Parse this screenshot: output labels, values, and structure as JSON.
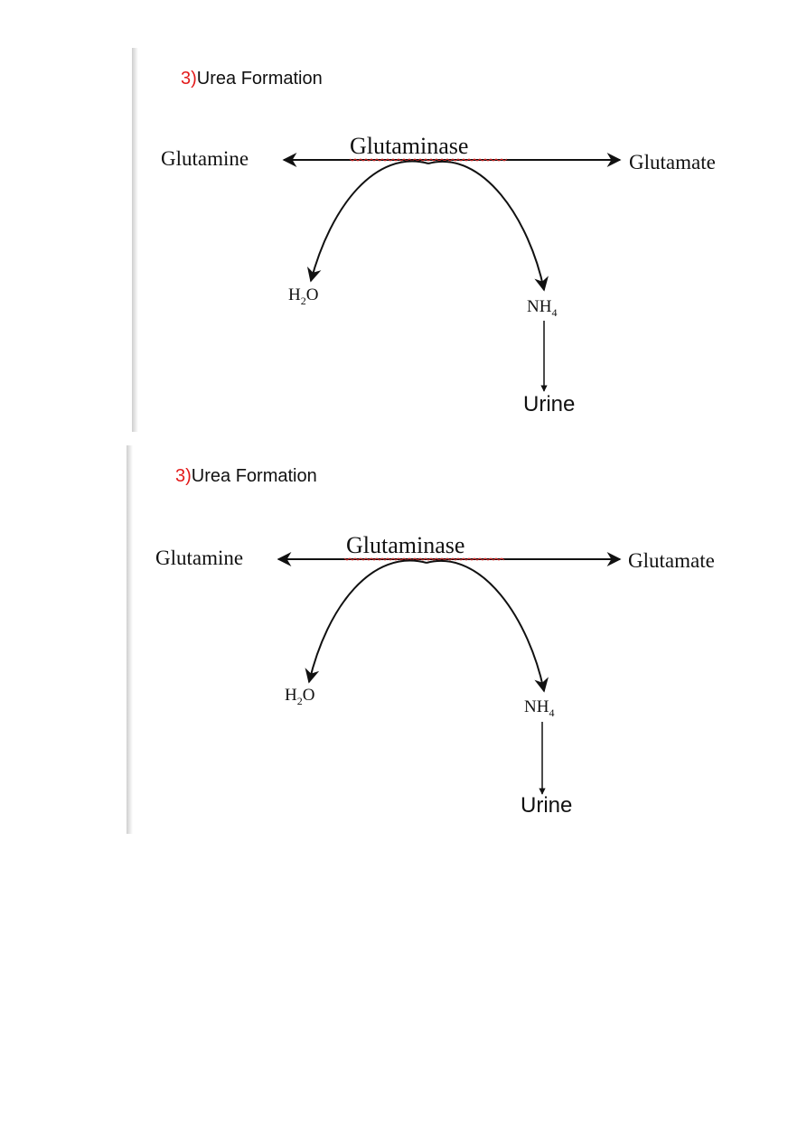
{
  "figures": [
    {
      "title_number": "3)",
      "title_text": "Urea Formation",
      "substrate": "Glutamine",
      "enzyme": "Glutaminase",
      "product": "Glutamate",
      "water": {
        "base": "H",
        "sub": "2",
        "tail": "O"
      },
      "ammonium": {
        "base": "NH",
        "sub": "4"
      },
      "excretion": "Urine"
    },
    {
      "title_number": "3)",
      "title_text": "Urea Formation",
      "substrate": "Glutamine",
      "enzyme": "Glutaminase",
      "product": "Glutamate",
      "water": {
        "base": "H",
        "sub": "2",
        "tail": "O"
      },
      "ammonium": {
        "base": "NH",
        "sub": "4"
      },
      "excretion": "Urine"
    }
  ],
  "colors": {
    "title_number": "#e31b1b",
    "spellcheck_underline": "#d62828",
    "ink": "#111111"
  }
}
